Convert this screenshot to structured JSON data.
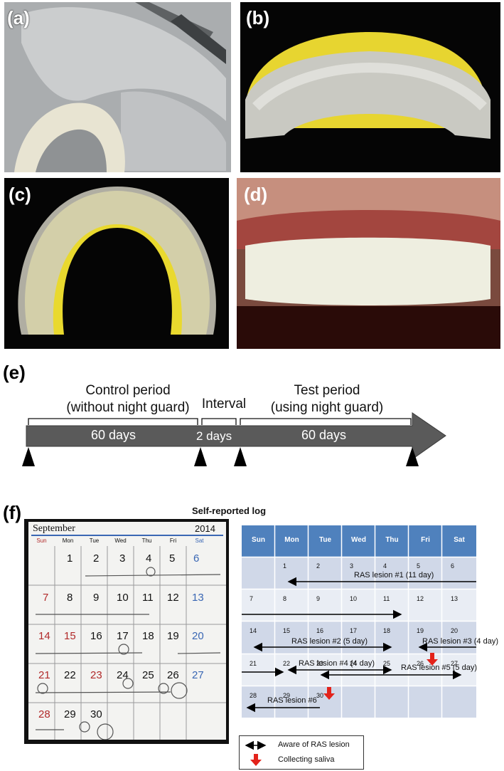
{
  "panels": {
    "a": "(a)",
    "b": "(b)",
    "c": "(c)",
    "d": "(d)",
    "e": "(e)",
    "f": "(f)"
  },
  "timeline": {
    "control_title": "Control period",
    "control_sub": "(without night guard)",
    "interval": "Interval",
    "test_title": "Test period",
    "test_sub": "(using night guard)",
    "control_days": "60 days",
    "interval_days": "2 days",
    "test_days": "60 days"
  },
  "photo_calendar": {
    "month": "September",
    "year": "2014",
    "days": [
      "Sun",
      "Mon",
      "Tue",
      "Wed",
      "Thu",
      "Fri",
      "Sat"
    ]
  },
  "log": {
    "title": "Self-reported log",
    "days": [
      "Sun",
      "Mon",
      "Tue",
      "Wed",
      "Thu",
      "Fri",
      "Sat"
    ],
    "weeks": [
      [
        "",
        "1",
        "2",
        "3",
        "4",
        "5",
        "6"
      ],
      [
        "7",
        "8",
        "9",
        "10",
        "11",
        "12",
        "13"
      ],
      [
        "14",
        "15",
        "16",
        "17",
        "18",
        "19",
        "20"
      ],
      [
        "21",
        "22",
        "23",
        "24",
        "25",
        "26",
        "27"
      ],
      [
        "28",
        "29",
        "30",
        "",
        "",
        "",
        ""
      ]
    ],
    "lesions": {
      "l1": "RAS lesion #1 (11 day)",
      "l2": "RAS lesion #2 (5 day)",
      "l3": "RAS lesion #3 (4 day)",
      "l4": "RAS lesion #4 (4 day)",
      "l5": "RAS lesion #5 (5 day)",
      "l6": "RAS lesion #6"
    },
    "legend_aware": "Aware of RAS lesion",
    "legend_saliva": "Collecting saliva",
    "header_color": "#4f81bd",
    "cell_color": "#d0d8e8",
    "cell_color_alt": "#e9edf4"
  }
}
